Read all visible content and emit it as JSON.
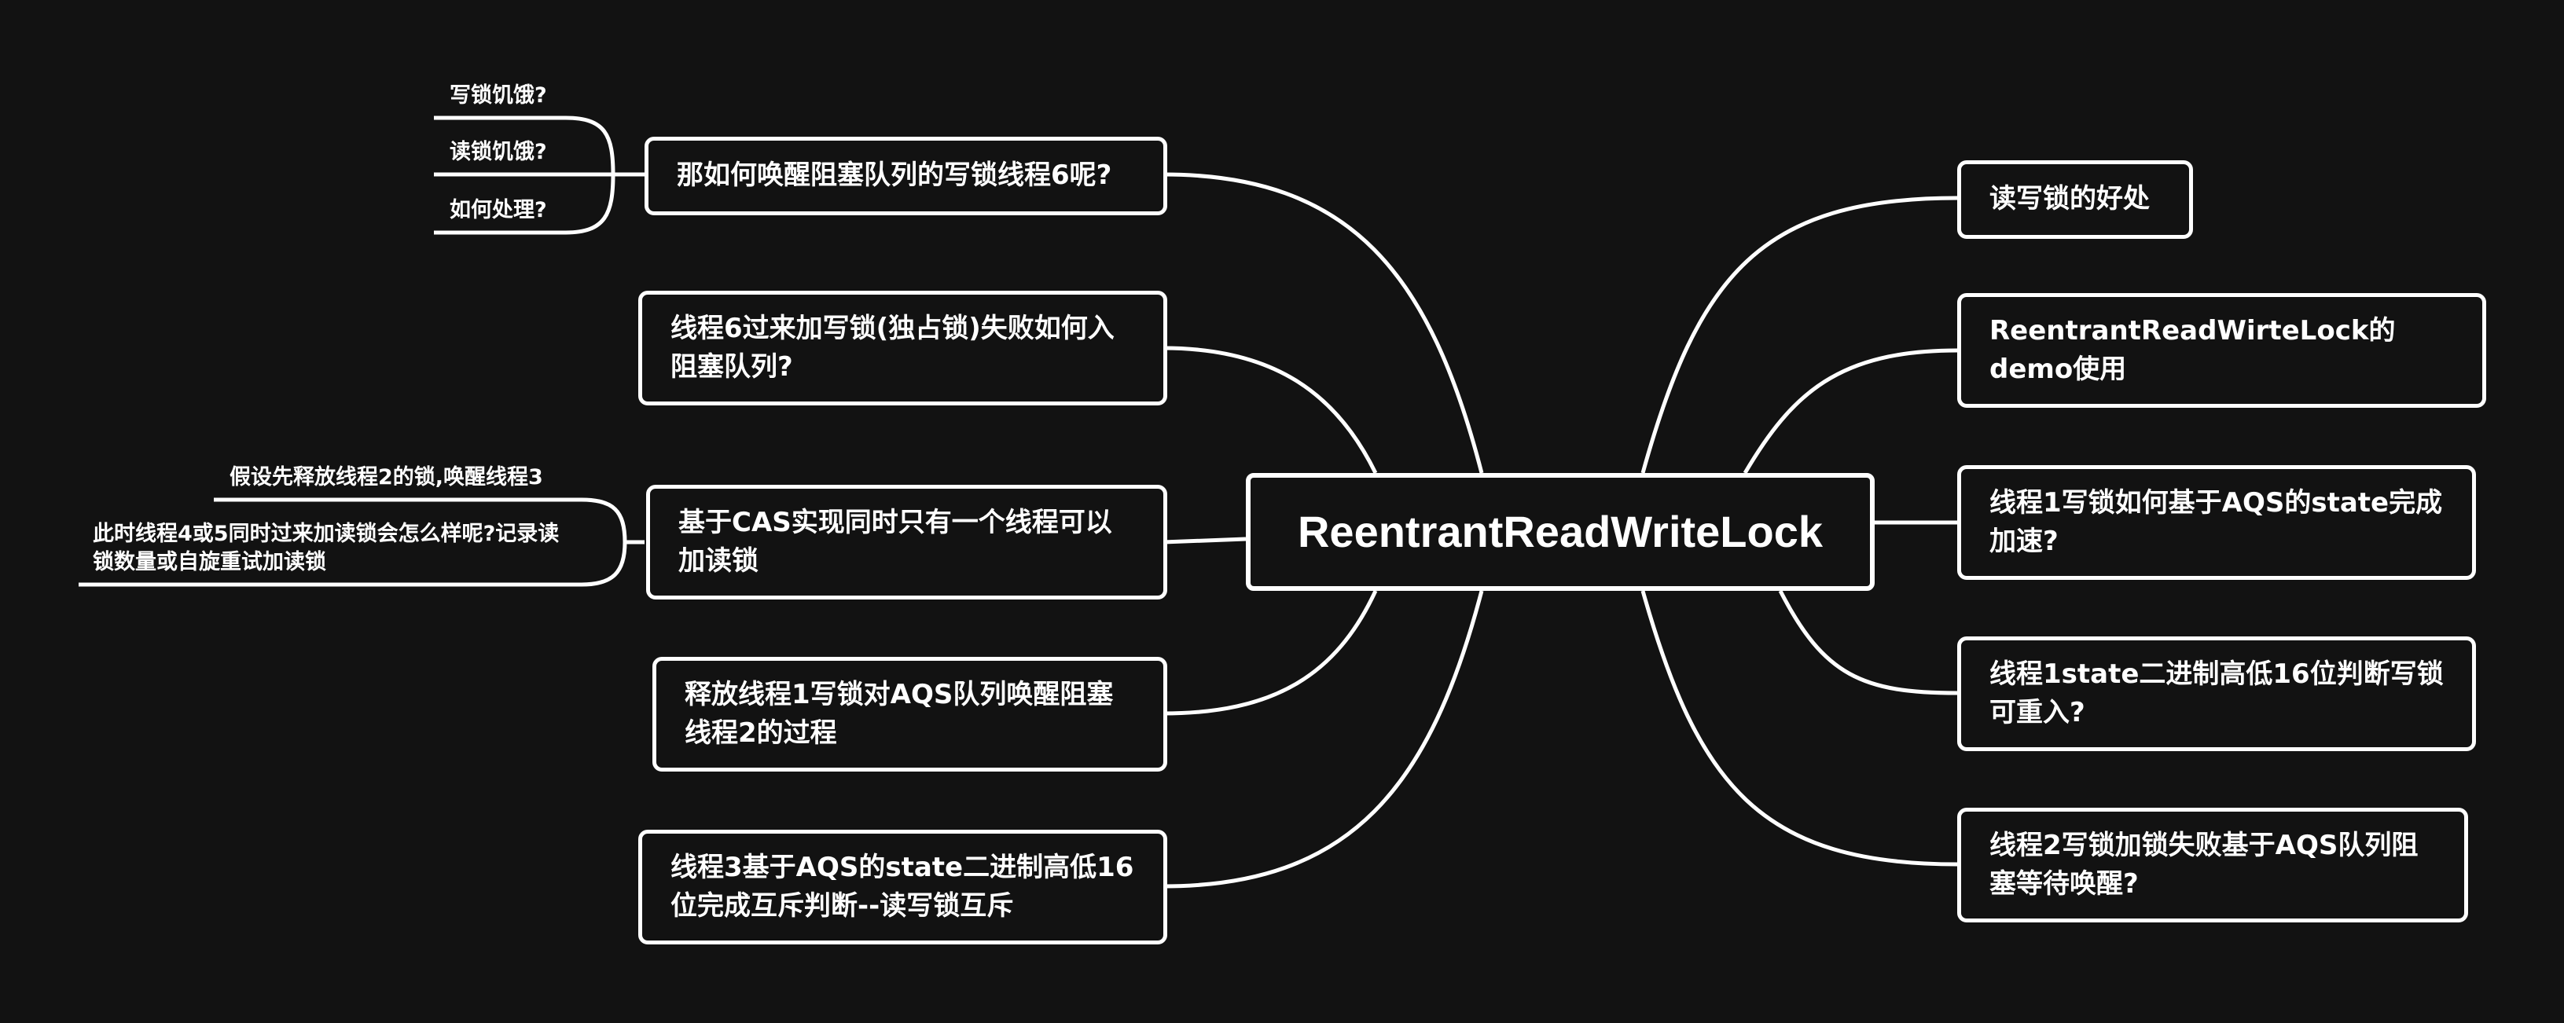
{
  "center": {
    "label": "ReentrantReadWriteLock"
  },
  "left_topics": [
    {
      "label": "那如何唤醒阻塞队列的写锁线程6呢?"
    },
    {
      "label": "线程6过来加写锁(独占锁)失败如何入阻塞队列?"
    },
    {
      "label": "基于CAS实现同时只有一个线程可以加读锁"
    },
    {
      "label": "释放线程1写锁对AQS队列唤醒阻塞线程2的过程"
    },
    {
      "label": "线程3基于AQS的state二进制高低16位完成互斥判断--读写锁互斥"
    }
  ],
  "right_topics": [
    {
      "label": "读写锁的好处"
    },
    {
      "label": "ReentrantReadWirteLock的demo使用"
    },
    {
      "label": "线程1写锁如何基于AQS的state完成加速?"
    },
    {
      "label": "线程1state二进制高低16位判断写锁可重入?"
    },
    {
      "label": "线程2写锁加锁失败基于AQS队列阻塞等待唤醒?"
    }
  ],
  "subtopics_wake": [
    {
      "label": "写锁饥饿?"
    },
    {
      "label": "读锁饥饿?"
    },
    {
      "label": "如何处理?"
    }
  ],
  "subtopics_cas": [
    {
      "label": "假设先释放线程2的锁,唤醒线程3"
    },
    {
      "label": "此时线程4或5同时过来加读锁会怎么样呢?记录读锁数量或自旋重试加读锁"
    }
  ],
  "colors": {
    "background": "#121212",
    "line": "#ffffff",
    "text": "#ffffff"
  }
}
